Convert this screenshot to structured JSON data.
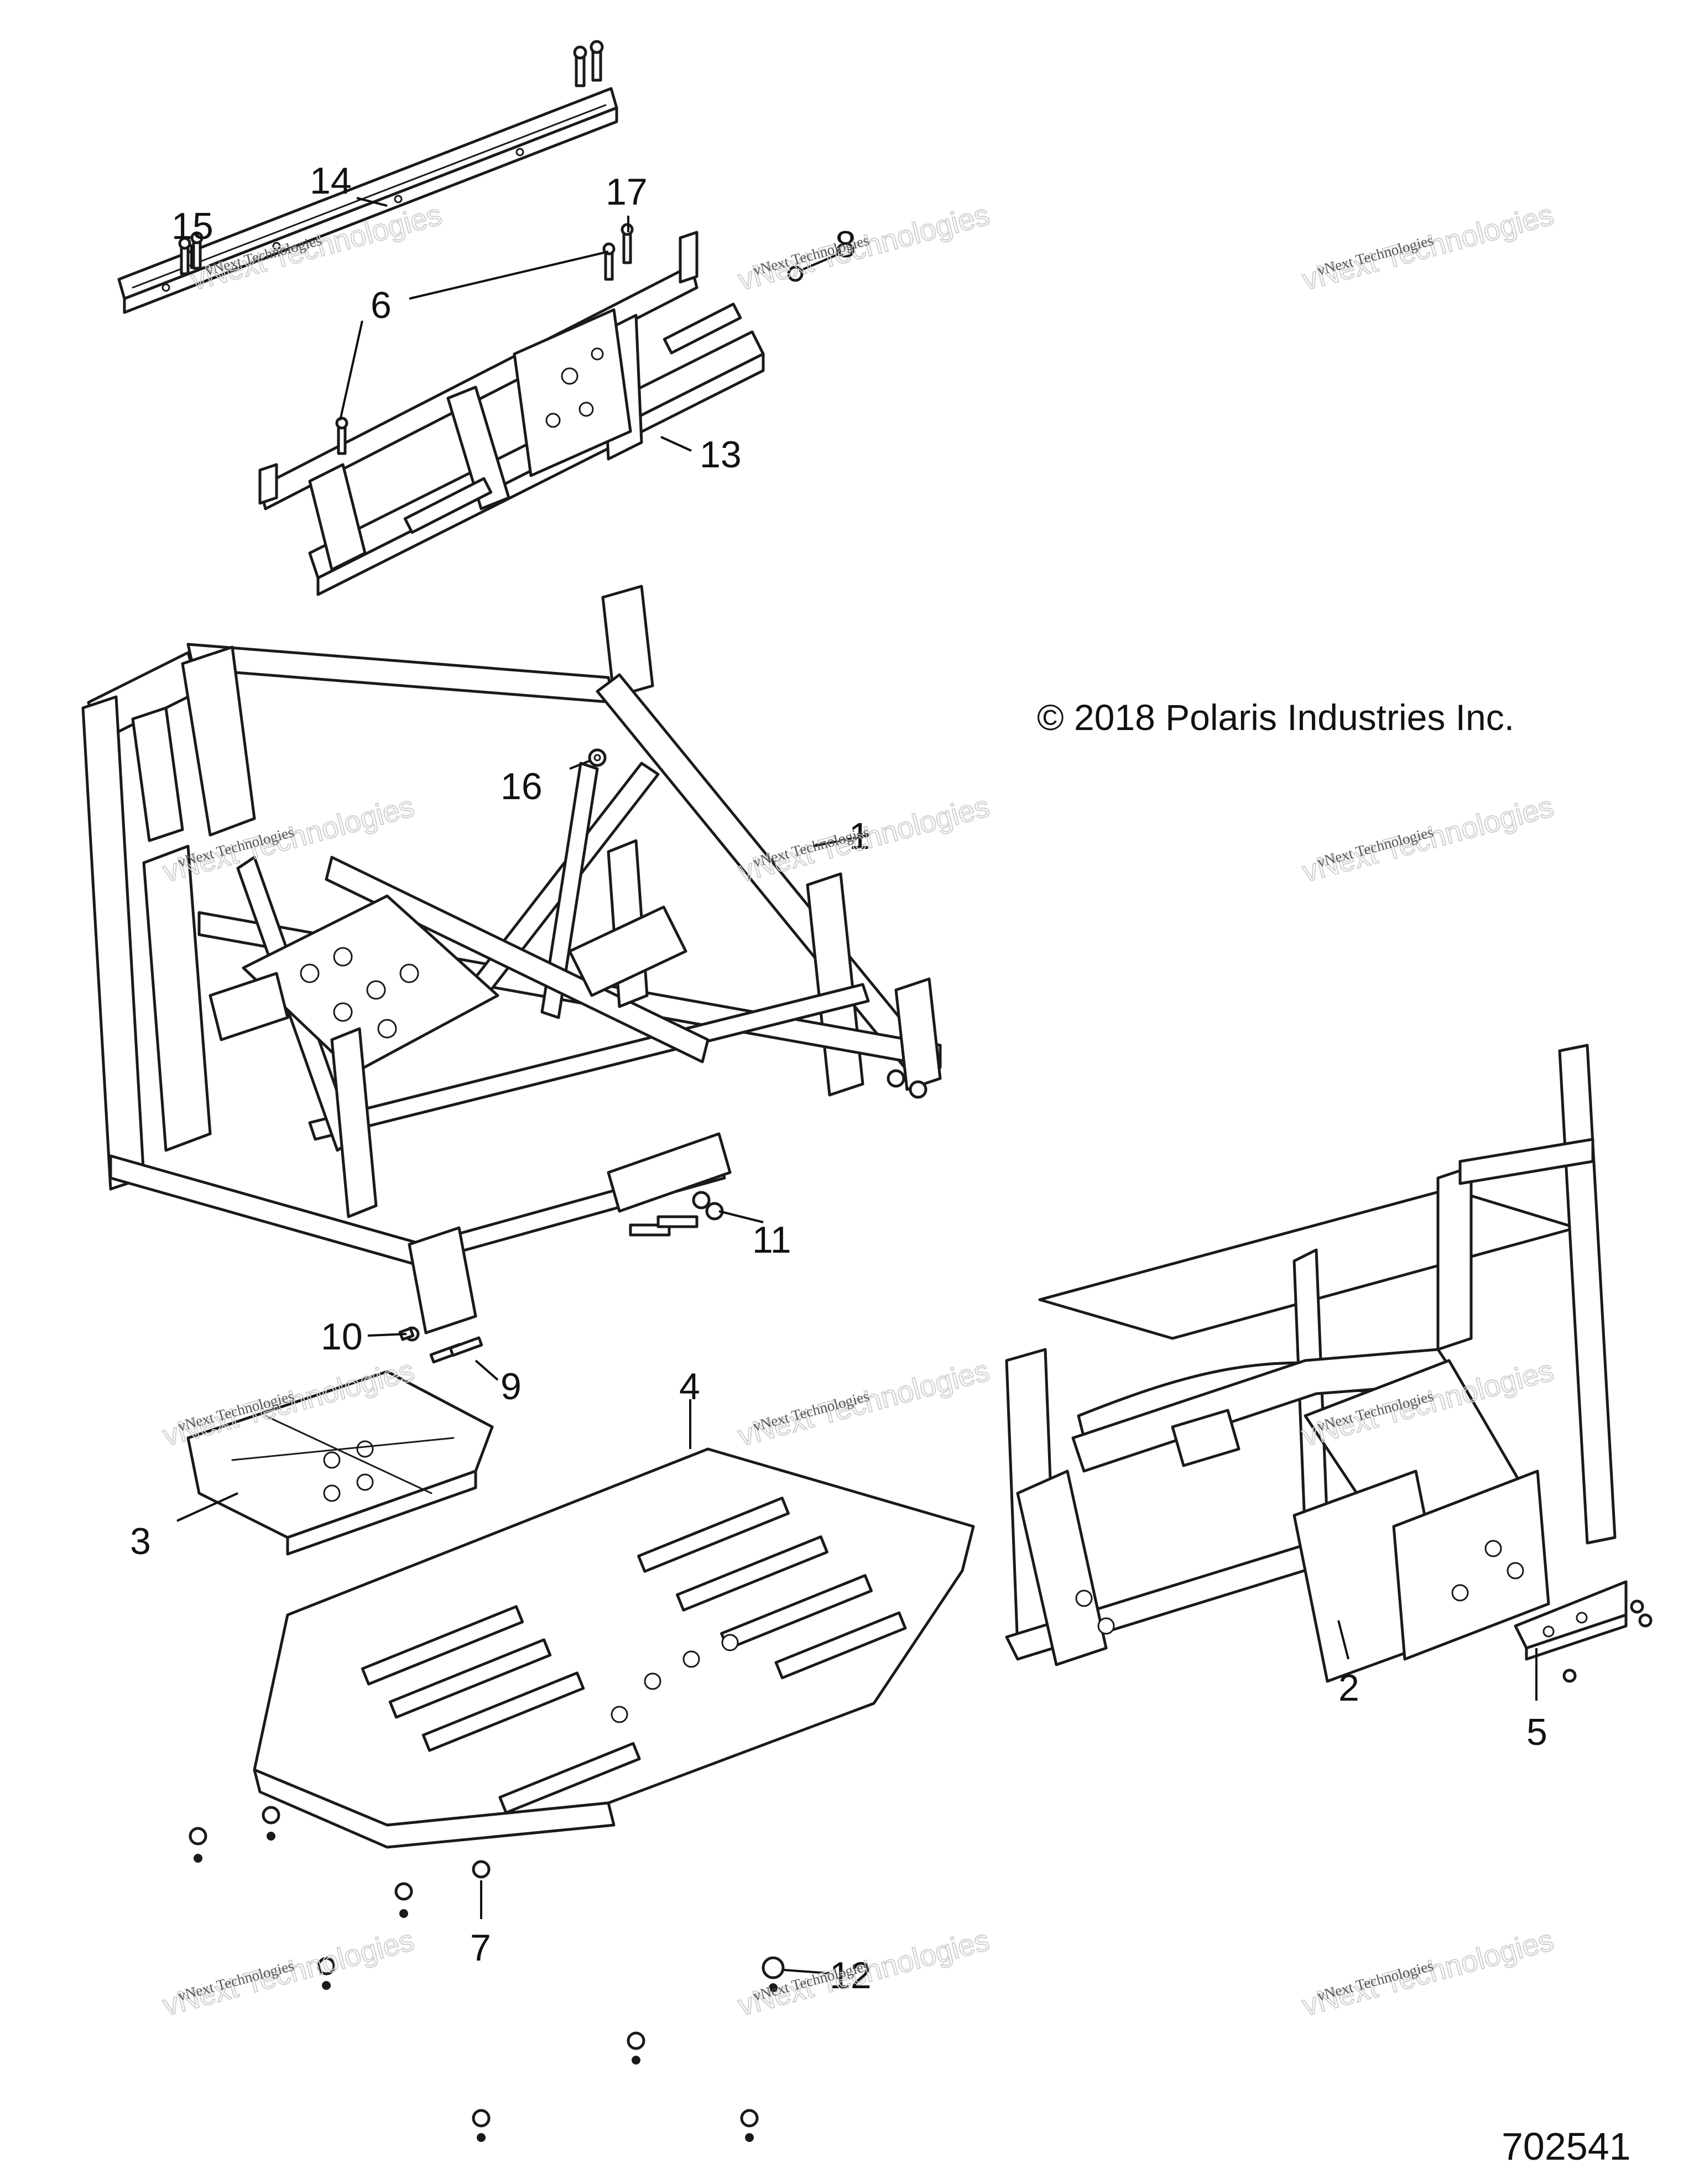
{
  "copyright": "© 2018 Polaris Industries Inc.",
  "figure_number": "702541",
  "watermark": {
    "small": "vNext Technologies",
    "large": "vNext Technologies"
  },
  "callouts": [
    "1",
    "2",
    "3",
    "4",
    "5",
    "6",
    "7",
    "8",
    "9",
    "10",
    "11",
    "12",
    "13",
    "14",
    "15",
    "16",
    "17"
  ]
}
